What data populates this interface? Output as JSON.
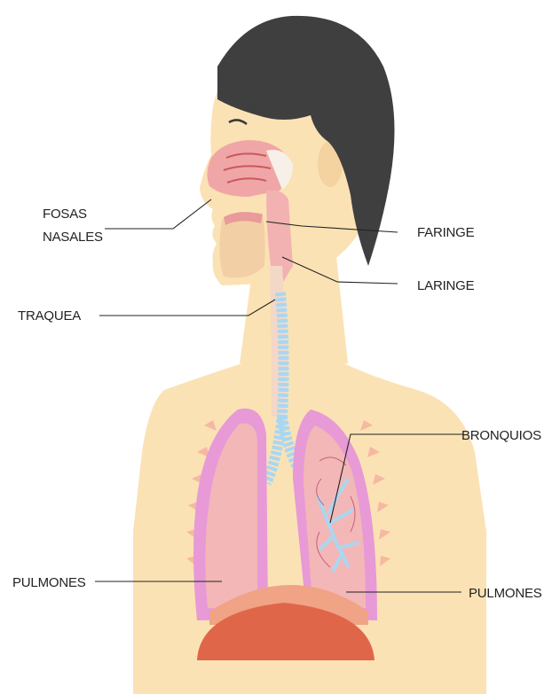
{
  "labels": {
    "fosas_line1": "FOSAS",
    "fosas_line2": "NASALES",
    "faringe": "FARINGE",
    "laringe": "LARINGE",
    "traquea": "TRAQUEA",
    "bronquios": "BRONQUIOS",
    "pulmones_left": "PULMONES",
    "pulmones_right": "PULMONES"
  },
  "colors": {
    "skin": "#fbe2b4",
    "hair": "#3f3f3f",
    "lung_outer": "#e79ad6",
    "lung_inner": "#f3b7b7",
    "trachea": "#a9d7f2",
    "diaphragm": "#e0664a",
    "nasal": "#f0a6a6"
  }
}
